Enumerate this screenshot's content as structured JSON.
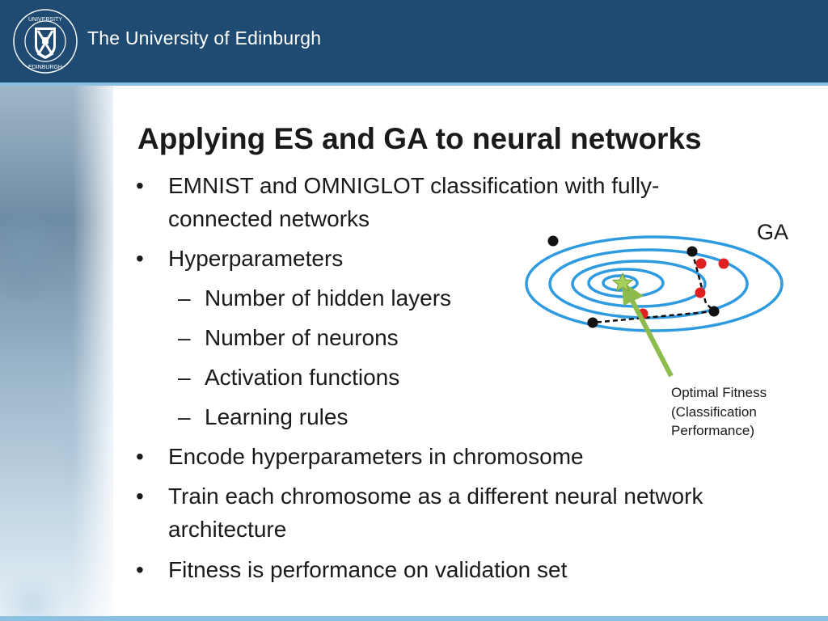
{
  "header": {
    "university_name": "The University of Edinburgh",
    "crest_text": "THE UNIVERSITY OF EDINBURGH",
    "header_color": "#1f4b72",
    "stripe_color": "#8cc0e3"
  },
  "slide": {
    "title": "Applying ES and GA to neural networks",
    "bullets": [
      "EMNIST and OMNIGLOT classification with fully-connected networks",
      "Hyperparameters",
      "Encode hyperparameters in chromosome",
      "Train each chromosome as a different neural network architecture",
      "Fitness is performance on validation set"
    ],
    "sub_bullets": [
      "Number of hidden layers",
      "Number of neurons",
      "Activation functions",
      "Learning rules"
    ],
    "bullet_glyph": "•",
    "dash_glyph": "–"
  },
  "diagram": {
    "label": "GA",
    "optimal_label": "Optimal Fitness (Classification Performance)",
    "contour_color": "#2e9be0",
    "arrow_color": "#8dbb4c",
    "red_point_color": "#e02020",
    "black_point_color": "#111111"
  }
}
